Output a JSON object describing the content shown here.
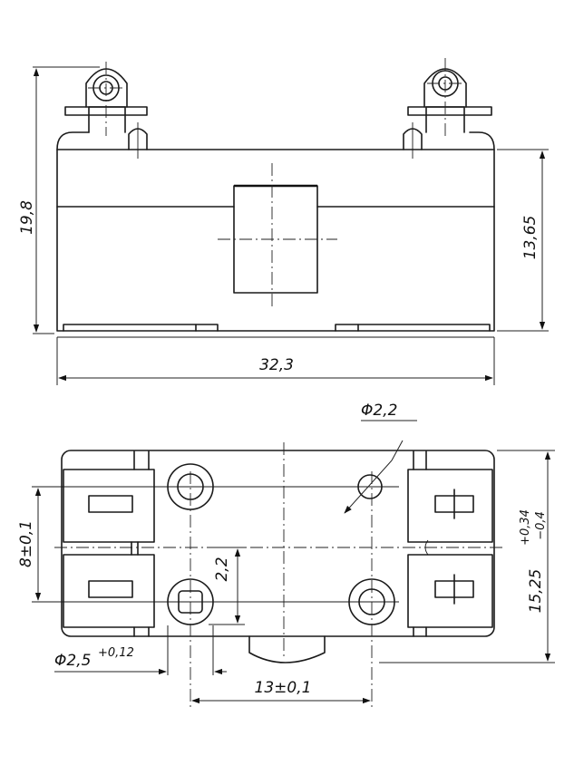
{
  "dimensions": {
    "height_total": "19,8",
    "height_body": "13,65",
    "length": "32,3",
    "hole_diameter": "Φ2,2",
    "pin_spacing": "8±0,1",
    "offset": "2,2",
    "width_main": "15,25",
    "width_tol_upper": "+0,34",
    "width_tol_lower": "−0,4",
    "mount_hole_main": "Φ2,5",
    "mount_hole_tol": "+0,12",
    "hole_spacing": "13±0,1"
  }
}
